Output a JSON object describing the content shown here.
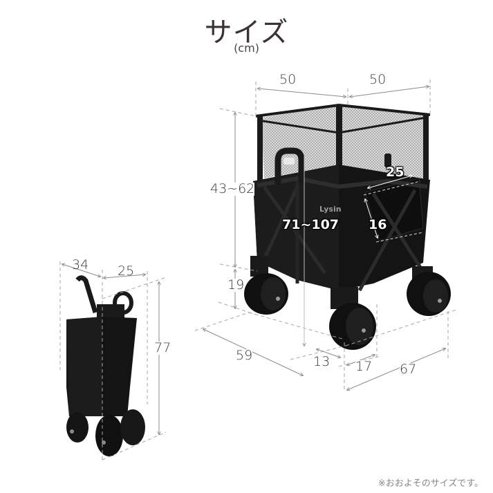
{
  "title": "サイズ",
  "unit": "(cm)",
  "note": "※おおよそのサイズです。",
  "brand_logo": "Lysin",
  "open_wagon": {
    "dimensions": {
      "top_width_left": "50",
      "top_width_right": "50",
      "basket_height": "43~62",
      "wheel_clearance": "19",
      "handle_height": "71~107",
      "pocket_width": "25",
      "pocket_height": "16",
      "depth": "59",
      "wheel_offset": "13",
      "wheel_width": "17",
      "length": "67"
    }
  },
  "folded_wagon": {
    "dimensions": {
      "depth": "34",
      "width": "25",
      "height": "77"
    }
  },
  "colors": {
    "title": "#3b3231",
    "dimension_text": "#3d3938",
    "dimension_line": "#9a9a9a",
    "wagon_body": "#141414",
    "mesh": "#b8b8b8"
  }
}
